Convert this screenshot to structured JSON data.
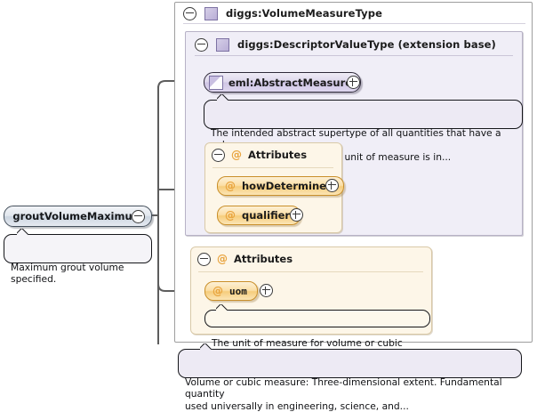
{
  "diagram": {
    "kind": "xml-schema-element-diagram",
    "root_element": {
      "label": "groutVolumeMaximum",
      "toggle": "minus",
      "annotation": "Maximum grout volume\nspecified."
    },
    "outer_type": {
      "label": "diggs:VolumeMeasureType",
      "toggle": "minus",
      "icon": "complex-type-square-icon",
      "annotation": "Volume or cubic measure: Three-dimensional extent. Fundamental quantity\nused universally in engineering, science, and..."
    },
    "inner_type": {
      "label": "diggs:DescriptorValueType (extension base)",
      "toggle": "minus",
      "icon": "complex-type-square-icon"
    },
    "abstract_element": {
      "label": "eml:AbstractMeasure",
      "toggle": "plus",
      "icon": "abstract-element-icon",
      "annotation": "The intended abstract supertype of all quantities that have a value\nwith a unit of measure. The unit of measure is in..."
    },
    "attribute_groups": [
      {
        "label": "Attributes",
        "toggle": "minus",
        "at_sign": "@",
        "attributes": [
          {
            "label": "howDetermined",
            "at_sign": "@",
            "toggle": "plus"
          },
          {
            "label": "qualifier",
            "at_sign": "@",
            "toggle": "plus"
          }
        ]
      },
      {
        "label": "Attributes",
        "toggle": "minus",
        "at_sign": "@",
        "attributes": [
          {
            "label": "uom",
            "at_sign": "@",
            "toggle": "plus",
            "annotation": "The unit of measure for volume or cubic measure."
          }
        ]
      }
    ],
    "colors": {
      "page_background": "#ffffff",
      "type_inner_fill": "#f0eef7",
      "attribute_group_fill": "#fdf6e8",
      "attribute_pill": "#f6cd7c",
      "element_pill": "#cfc5e4",
      "root_pill": "#ccd5e0",
      "connector": "#5d5d5d"
    }
  }
}
